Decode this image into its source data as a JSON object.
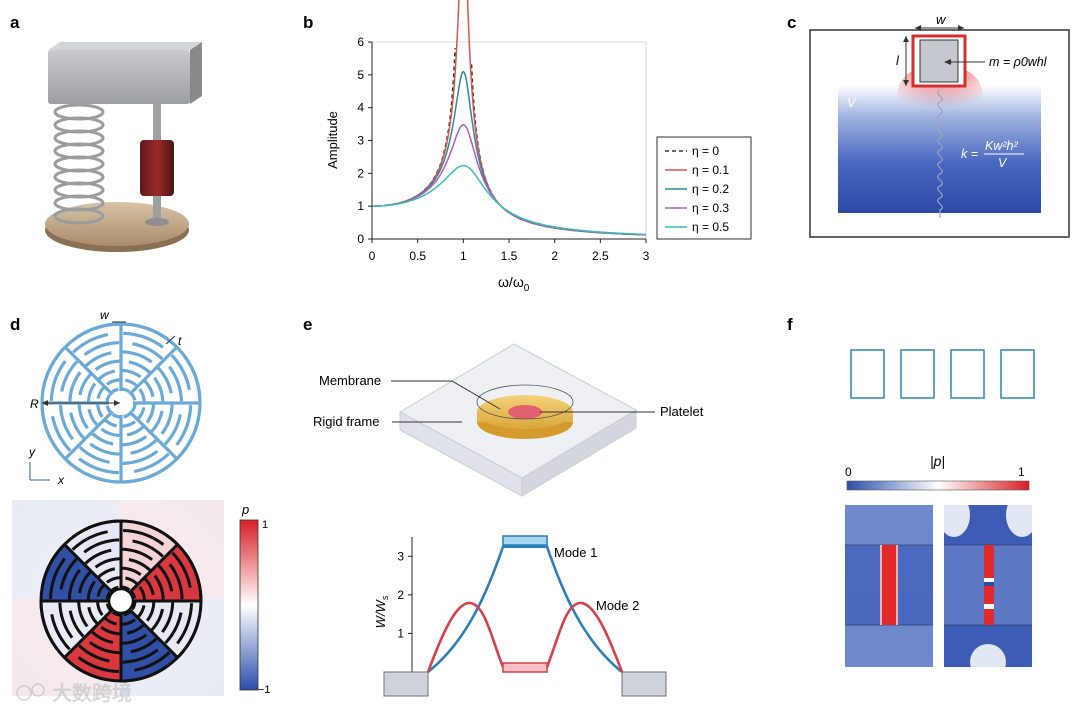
{
  "panels": {
    "a": "a",
    "b": "b",
    "c": "c",
    "d": "d",
    "e": "e",
    "f": "f"
  },
  "chart_data": [
    {
      "type": "line",
      "panel": "b",
      "xlabel": "ω/ω",
      "xlabel_sub": "0",
      "ylabel": "Amplitude",
      "xlim": [
        0,
        3
      ],
      "ylim": [
        0,
        6
      ],
      "xticks": [
        "0",
        "0.5",
        "1",
        "1.5",
        "2",
        "2.5",
        "3"
      ],
      "yticks": [
        "0",
        "1",
        "2",
        "3",
        "4",
        "5",
        "6"
      ],
      "legend_position": "right",
      "series": [
        {
          "name": "η = 0",
          "eta": 0,
          "color": "#333333",
          "dashed": true
        },
        {
          "name": "η = 0.1",
          "eta": 0.1,
          "color": "#d9534f"
        },
        {
          "name": "η = 0.2",
          "eta": 0.2,
          "color": "#2a8a9a"
        },
        {
          "name": "η = 0.3",
          "eta": 0.3,
          "color": "#b35bc4"
        },
        {
          "name": "η = 0.5",
          "eta": 0.5,
          "color": "#36c0b5"
        }
      ]
    },
    {
      "type": "line",
      "panel": "e",
      "ylabel": "W/W",
      "ylabel_sub": "s",
      "ylim": [
        0,
        3.5
      ],
      "yticks": [
        "1",
        "2",
        "3"
      ],
      "series": [
        {
          "name": "Mode 1",
          "color": "#2c7fb8"
        },
        {
          "name": "Mode 2",
          "color": "#d6404a"
        }
      ]
    }
  ],
  "panel_c": {
    "w": "w",
    "l": "l",
    "V": "V",
    "mass": "m = ρ0whl",
    "spring": "k = Kw²h²/V"
  },
  "panel_d": {
    "w": "w",
    "t": "t",
    "R": "R",
    "y": "y",
    "x": "x",
    "cbar_title": "p",
    "cbar_max": "1",
    "cbar_min": "−1"
  },
  "panel_e": {
    "membrane": "Membrane",
    "rigid_frame": "Rigid frame",
    "platelet": "Platelet"
  },
  "panel_f": {
    "cbar_title": "|p|",
    "cbar_min": "0",
    "cbar_max": "1"
  },
  "watermark": "大数跨境",
  "colors": {
    "blue_field": "#2b4fa8",
    "red": "#e03030",
    "slot_blue": "#6aaad6",
    "teal_outline": "#2a8aaa"
  }
}
